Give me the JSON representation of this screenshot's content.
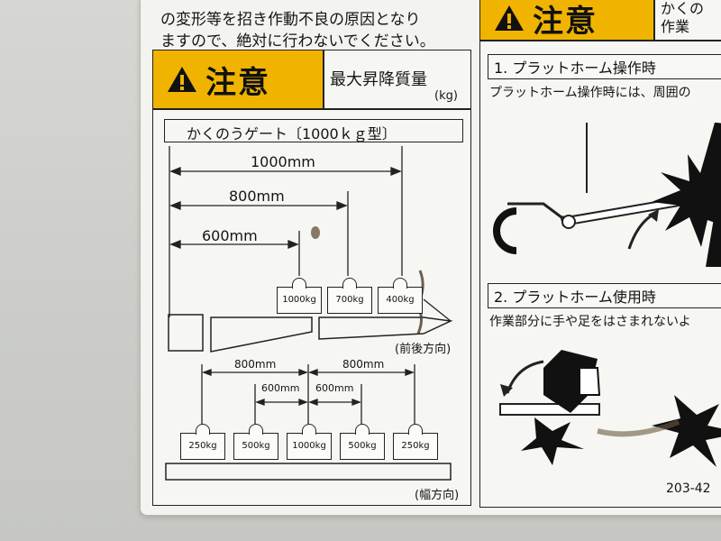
{
  "top_text": {
    "line1": "の変形等を招き作動不良の原因となり",
    "line2": "ますので、絶対に行わないでください。"
  },
  "left_panel": {
    "warning_word": "注意",
    "header_title": "最大昇降質量",
    "header_unit": "(kg)",
    "gate_title": "かくのうゲート〔1000ｋｇ型〕",
    "dims_top": [
      "1000mm",
      "800mm",
      "600mm"
    ],
    "weights_top": [
      "1000kg",
      "700kg",
      "400kg"
    ],
    "caption_top": "(前後方向)",
    "dims_bottom": [
      "800mm",
      "800mm",
      "600mm",
      "600mm"
    ],
    "weights_bottom": [
      "250kg",
      "500kg",
      "1000kg",
      "500kg",
      "250kg"
    ],
    "caption_bottom": "(幅方向)"
  },
  "right_panel": {
    "warning_word": "注意",
    "header_partial_1": "かくの",
    "header_partial_2": "作業",
    "step1_label": "1. プラットホーム操作時",
    "step1_text": "プラットホーム操作時には、周囲の",
    "step2_label": "2. プラットホーム使用時",
    "step2_text": "作業部分に手や足をはさまれないよ",
    "part_code": "203-42"
  },
  "colors": {
    "warning_yellow": "#f0b400",
    "sticker": "#f3f3ef",
    "ink": "#151515"
  }
}
